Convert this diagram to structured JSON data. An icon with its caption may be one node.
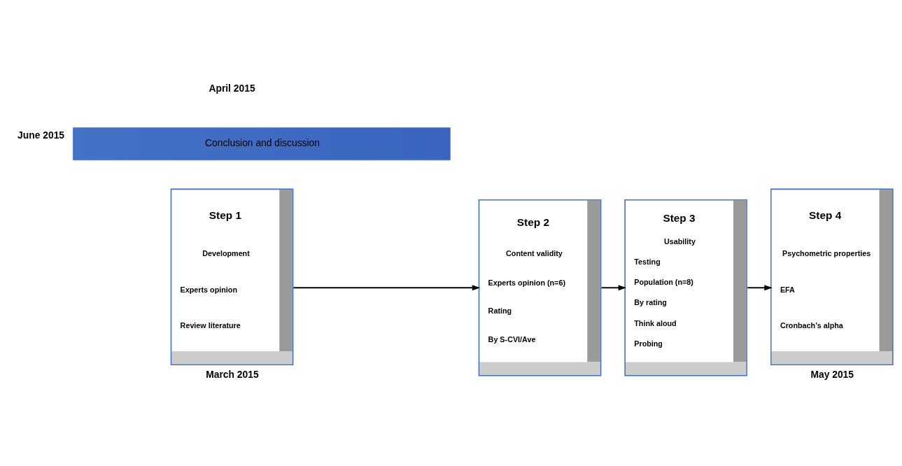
{
  "diagram": {
    "nodes": [
      {
        "text": [
          "Step 1",
          "Development",
          "Experts opinion",
          "Review literature"
        ],
        "beside": [
          "March 2015"
        ]
      },
      {
        "text": [
          "Step 2",
          "Content validity",
          "Experts opinion (n=6)",
          "Rating",
          "By S-CVI/Ave"
        ]
      },
      {
        "text": [
          "Step 3",
          "Usability",
          "Testing",
          "Population (n=8)",
          "By rating",
          "Think aloud",
          "Probing"
        ]
      },
      {
        "text": [
          "Step 4",
          "Psychometric properties",
          "EFA",
          "Cronbach’s alpha"
        ],
        "beside": [
          "May 2015"
        ]
      },
      {
        "text": [
          "Conclusion and discussion"
        ],
        "beside": [
          "June 2015"
        ]
      }
    ],
    "edges": [
      {
        "from": 0,
        "to": 1,
        "arrow": "to"
      },
      {
        "from": 1,
        "to": 2,
        "arrow": "to"
      },
      {
        "from": 2,
        "to": 3,
        "arrow": "to"
      }
    ],
    "labels": [
      "April 2015"
    ]
  }
}
